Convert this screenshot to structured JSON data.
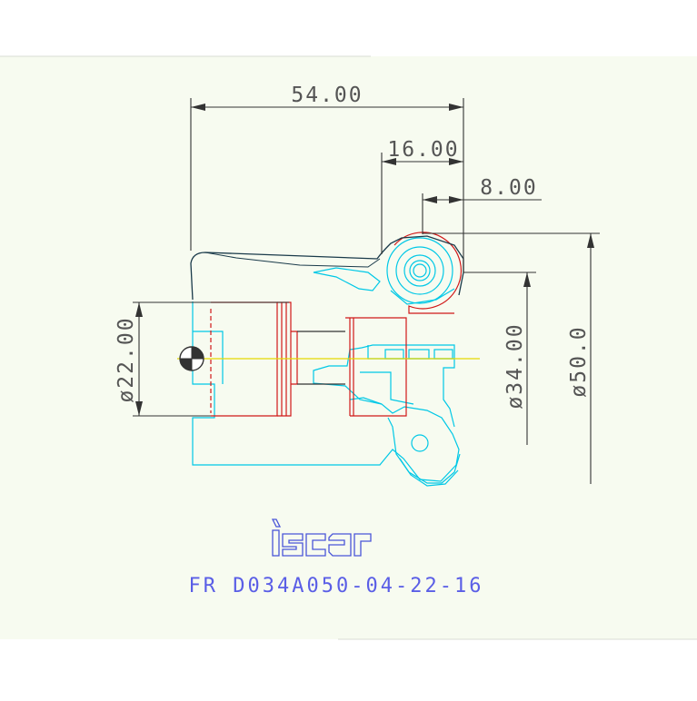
{
  "dimensions": {
    "overall_length": "54.00",
    "length_mid": "16.00",
    "length_short": "8.00",
    "bore_diameter": "ø22.00",
    "cut_diameter_min": "ø34.00",
    "cut_diameter_max": "ø50.0"
  },
  "logo": {
    "text": "iscar"
  },
  "part_number": "FR D034A050-04-22-16",
  "colors": {
    "background": "#f7fbf0",
    "dimension": "#333333",
    "tool_body": "#00c8e6",
    "insert": "#d01818",
    "axis": "#e6d800",
    "outline": "#1a3a4a",
    "title": "#5a5ee6"
  }
}
